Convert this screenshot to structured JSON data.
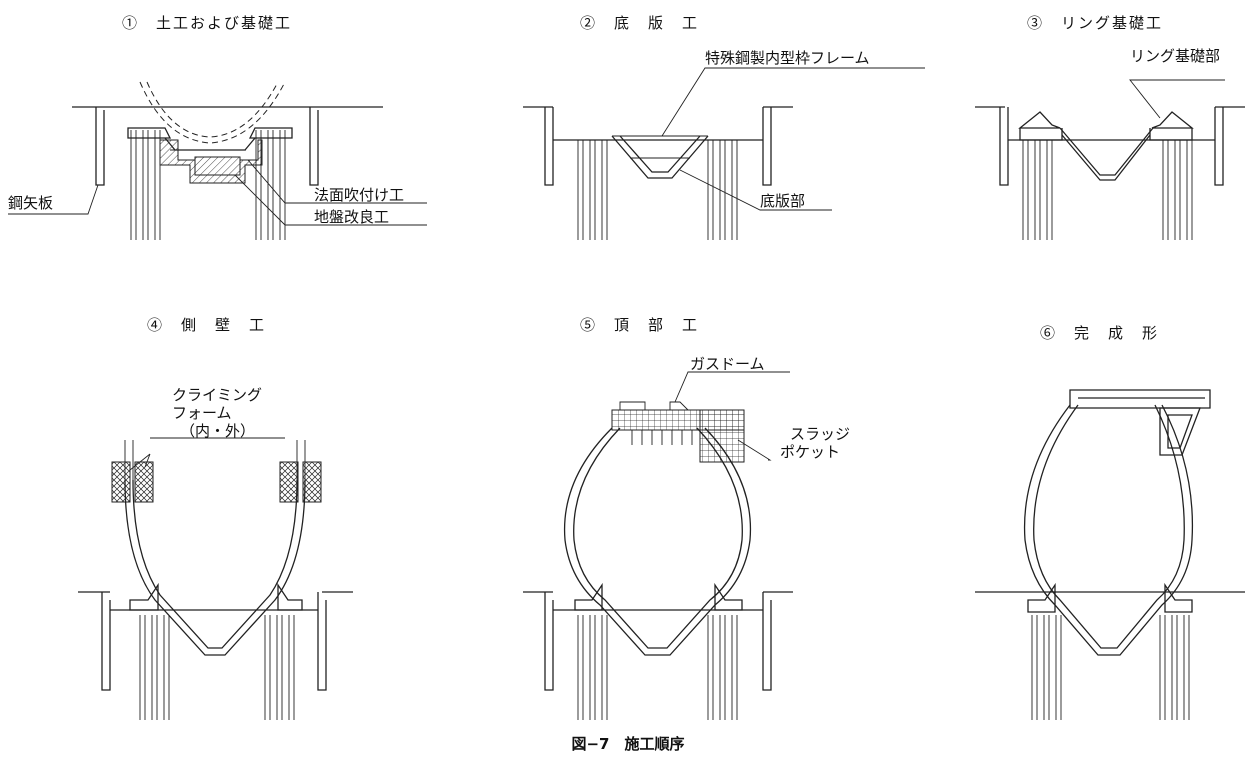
{
  "steps": [
    {
      "number": "①",
      "title": "土工および基礎工"
    },
    {
      "number": "②",
      "title": "底　版　工"
    },
    {
      "number": "③",
      "title": "リング基礎工"
    },
    {
      "number": "④",
      "title": "側　壁　工"
    },
    {
      "number": "⑤",
      "title": "頂　部　工"
    },
    {
      "number": "⑥",
      "title": "完　成　形"
    }
  ],
  "labels": {
    "steel_sheet_pile": "鋼矢板",
    "slope_shotcrete": "法面吹付け工",
    "ground_improvement": "地盤改良工",
    "steel_form_frame": "特殊鋼製内型枠フレーム",
    "bottom_slab": "底版部",
    "ring_foundation": "リング基礎部",
    "climbing_form_1": "クライミング",
    "climbing_form_2": "フォーム",
    "climbing_form_3": "（内・外）",
    "gas_dome": "ガスドーム",
    "sludge_pocket_1": "スラッジ",
    "sludge_pocket_2": "ポケット"
  },
  "caption": "図−7　施工順序"
}
